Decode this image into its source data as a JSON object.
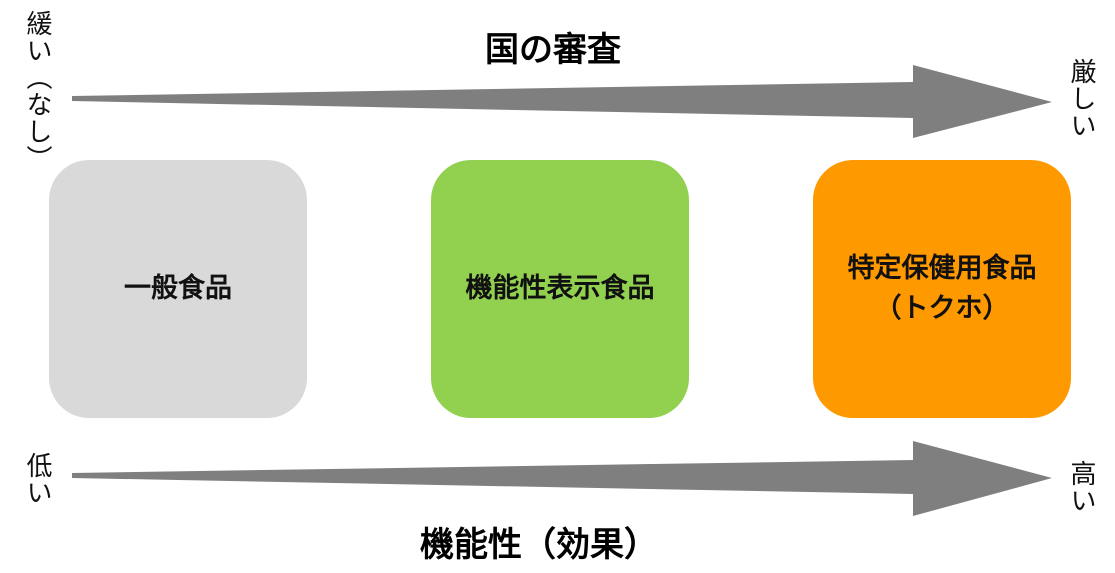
{
  "top": {
    "title": "国の審査",
    "left_label": "緩い（なし）",
    "right_label": "厳しい"
  },
  "bottom": {
    "title": "機能性（効果）",
    "left_label": "低い",
    "right_label": "高い"
  },
  "categories": [
    {
      "label_line1": "一般食品",
      "label_line2": "",
      "color": "#d9d9d9"
    },
    {
      "label_line1": "機能性表示食品",
      "label_line2": "",
      "color": "#92d050"
    },
    {
      "label_line1": "特定保健用食品",
      "label_line2": "（トクホ）",
      "color": "#ff9900"
    }
  ],
  "arrow_color": "#7f7f7f"
}
